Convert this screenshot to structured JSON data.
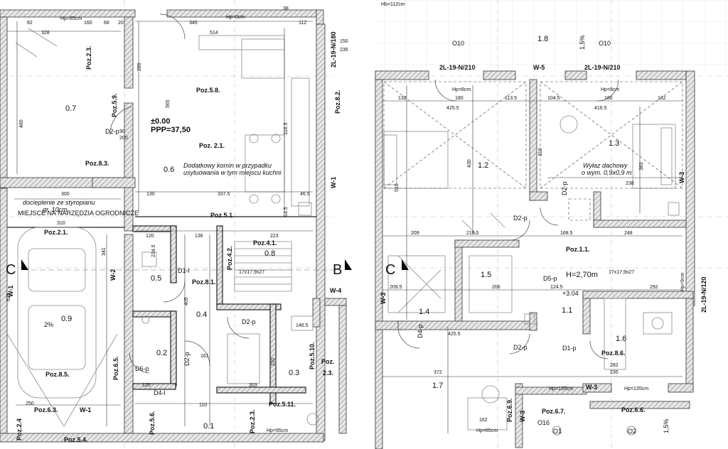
{
  "colors": {
    "wall": "#555555",
    "hatch": "#9a9a9a",
    "line": "#222222",
    "grid": "#c8c8c8"
  },
  "left_plan": {
    "rooms": [
      {
        "id": "0.7",
        "label": "0.7"
      },
      {
        "id": "0.6",
        "label": "0.6"
      },
      {
        "id": "0.9",
        "label": "0.9"
      },
      {
        "id": "0.5",
        "label": "0.5"
      },
      {
        "id": "0.4",
        "label": "0.4"
      },
      {
        "id": "0.8",
        "label": "0.8"
      },
      {
        "id": "0.2",
        "label": "0.2"
      },
      {
        "id": "0.3",
        "label": "0.3"
      },
      {
        "id": "0.1",
        "label": "0.1"
      }
    ],
    "level_label": "±0.00",
    "ppp_label": "PPP=37,50",
    "chimney_note_1": "Dodatkowy komin w przypadku",
    "chimney_note_2": "usytuowania w tym miejscu kuchni",
    "insulation_note_1": "docieplenie ze styropianu",
    "insulation_note_2": "gr. 10cm",
    "garden_tools": "MIEJSCE NA NARZĘDZIA OGRODNICZE",
    "slope_label": "2%",
    "section_b": "B",
    "section_c": "C",
    "window_right": "2L-19-N/180",
    "stairs_dims": "17x17,9x27",
    "poz": [
      "Poz.2.3.",
      "Poz.5.9.",
      "Poz.5.8.",
      "Poz. 2.1.",
      "Poz.8.3.",
      "Poz.8.2.",
      "Poz.2.1.",
      "Poz.5.1.",
      "Poz.4.1.",
      "Poz.4.2.",
      "Poz.8.1.",
      "Poz.8.5.",
      "Poz.6.5.",
      "Poz.6.3.",
      "Poz.5.6.",
      "Poz.2.4",
      "Poz.5.4.",
      "Poz.5.10.",
      "Poz.5.11.",
      "Poz.2.3.",
      "Poz.",
      "2.3."
    ],
    "walls": [
      "W-1",
      "W-2",
      "W-4",
      "W-1",
      "W-1"
    ],
    "doors": [
      "D2-p",
      "D1-l",
      "D2-p",
      "D6-p",
      "D2-p",
      "D4-l"
    ],
    "dims": [
      "Hp=85cm",
      "328",
      "82",
      "160",
      "66",
      "20",
      "340",
      "514",
      "Hp=0cm",
      "112",
      "460",
      "565",
      "285",
      "300",
      "310",
      "337.5",
      "130",
      "316.5",
      "46.5",
      "53.5",
      "120",
      "136",
      "223",
      "234.5",
      "405",
      "625",
      "341",
      "250",
      "120",
      "303",
      "232",
      "110",
      "Hp=95cm",
      "38",
      "150",
      "235",
      "200",
      "90",
      "146.5",
      "161"
    ]
  },
  "right_plan": {
    "rooms": [
      {
        "id": "1.8",
        "label": "1.8"
      },
      {
        "id": "1.2",
        "label": "1.2"
      },
      {
        "id": "1.3",
        "label": "1.3"
      },
      {
        "id": "1.5",
        "label": "1.5"
      },
      {
        "id": "1.4",
        "label": "1.4"
      },
      {
        "id": "1.1",
        "label": "1.1"
      },
      {
        "id": "1.6",
        "label": "1.6"
      },
      {
        "id": "1.7",
        "label": "1.7"
      }
    ],
    "height_label": "H=2,70m",
    "level_label": "+3.04",
    "roof_exit_1": "Wyłaz dachowy",
    "roof_exit_2": "o wym. 0,9x0,9 m",
    "slope_1": "1,5%",
    "slope_2": "1,5%",
    "section_c": "C",
    "window_top_left": "2L-19-N/210",
    "window_top_right": "2L-19-N/210",
    "window_w5": "W-5",
    "window_right": "2L-19-N/120",
    "stairs_dims": "17x17,9x27",
    "poz": [
      "Poz.1.1.",
      "Poz.8.6.",
      "Poz.6.9.",
      "Poz.6.7.",
      "Poz.6.6."
    ],
    "walls": [
      "W-3",
      "W-3",
      "W-3",
      "W-3"
    ],
    "doors": [
      "D2-p",
      "D2-p",
      "D5-p",
      "D4-p",
      "D2-p",
      "D1-p"
    ],
    "markers": [
      "O10",
      "O10",
      "O16",
      "O1",
      "O2"
    ],
    "dims": [
      "Hb=112cm",
      "132",
      "180",
      "113.5",
      "104.5",
      "180",
      "132",
      "425.5",
      "416.5",
      "Hp=8cm",
      "Hp=8cm",
      "510",
      "430",
      "310",
      "383",
      "238",
      "209",
      "216.5",
      "168.5",
      "248",
      "209.5",
      "206",
      "124.5",
      "292",
      "425.5",
      "372",
      "282",
      "235",
      "Hp=135cm",
      "Hp=135cm",
      "Hp=85cm",
      "162",
      "Hp=9cm"
    ]
  }
}
